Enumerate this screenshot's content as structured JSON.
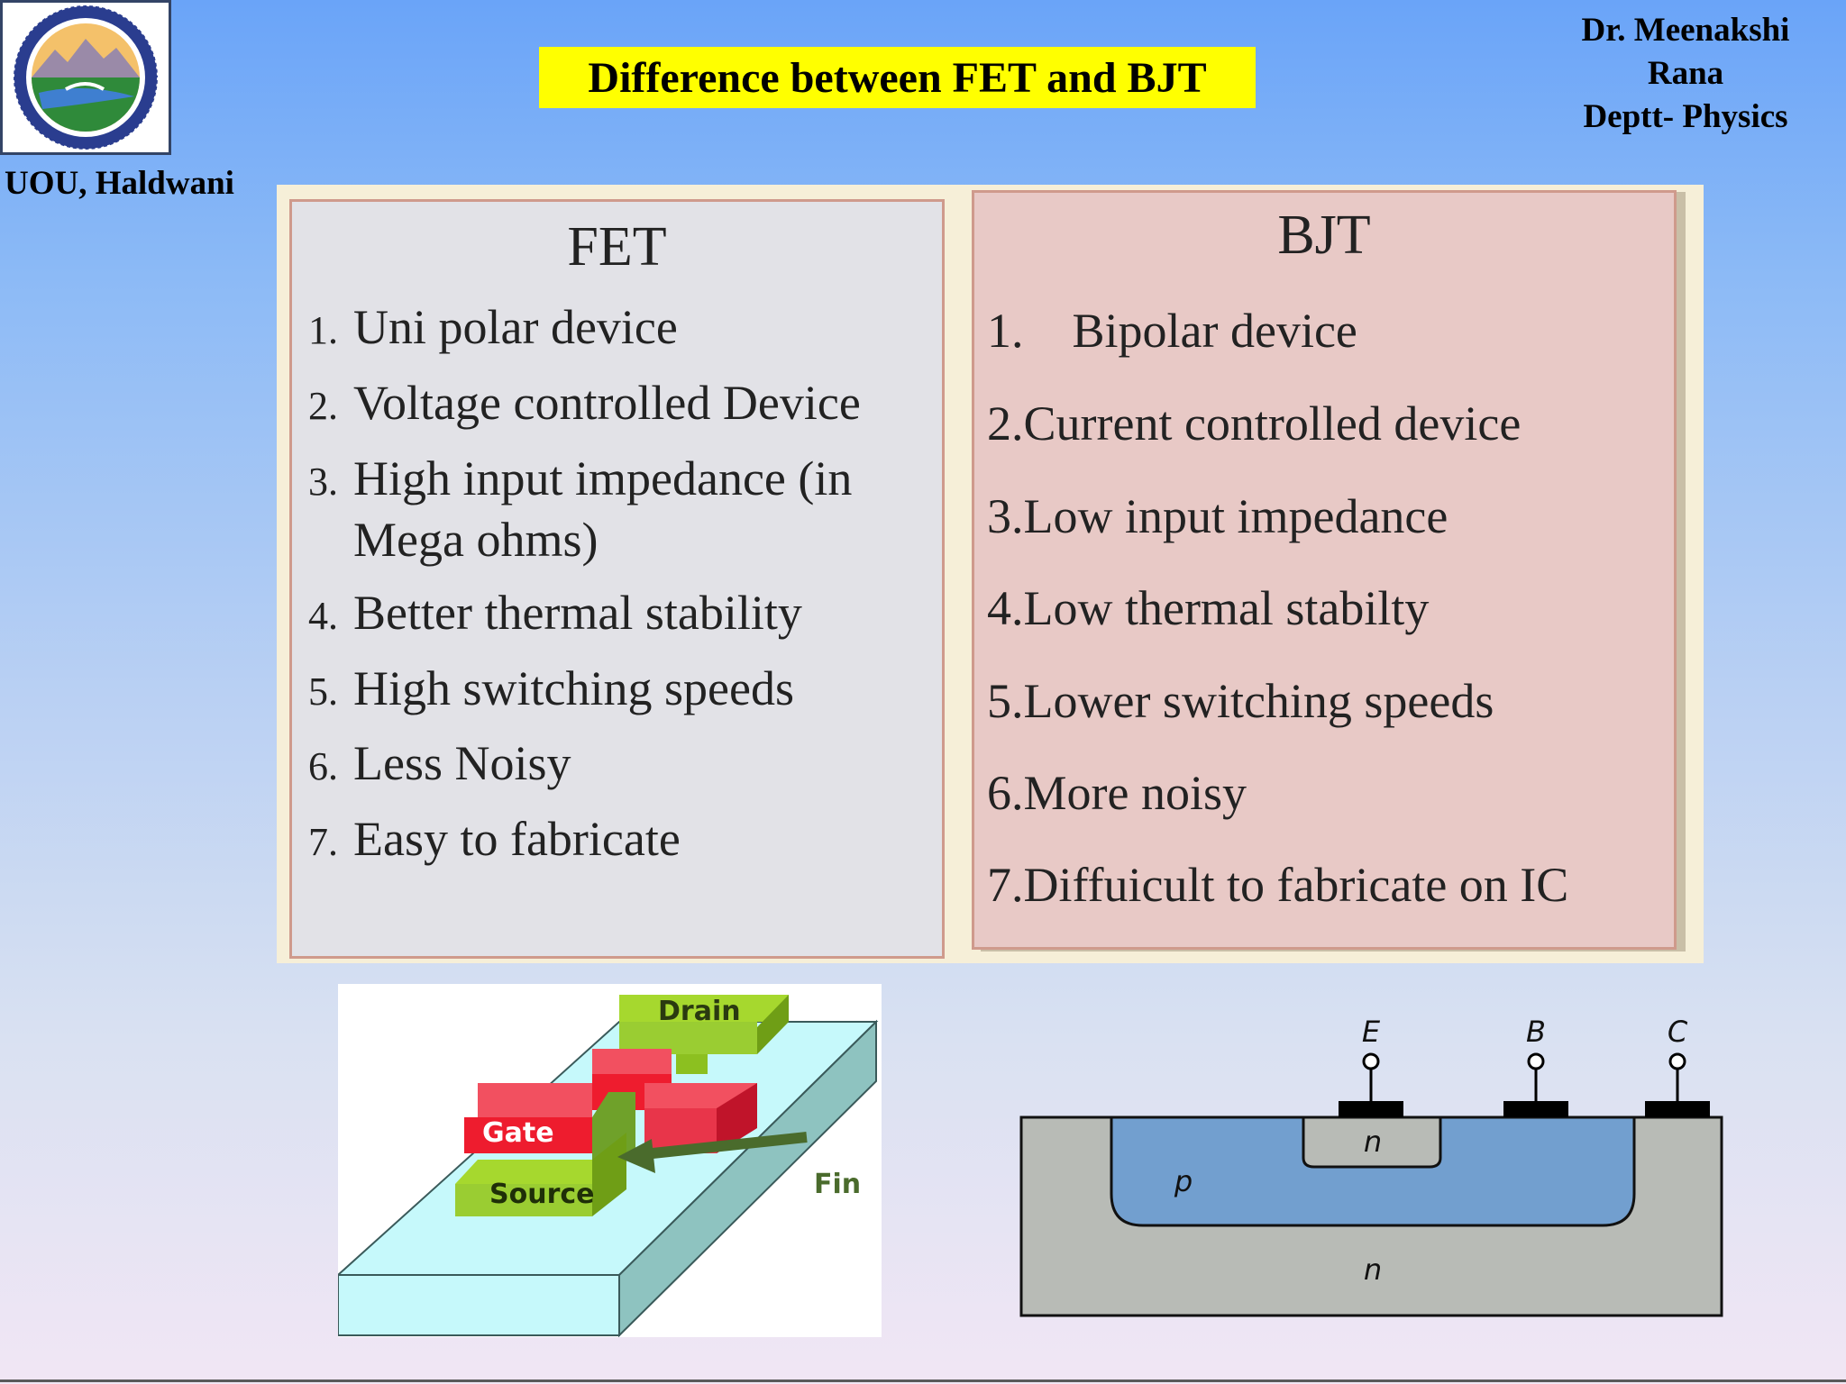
{
  "header": {
    "title": "Difference between FET and BJT",
    "author_lines": [
      "Dr. Meenakshi",
      "Rana",
      "Deptt- Physics"
    ],
    "institute": "UOU, Haldwani"
  },
  "comparison": {
    "fet": {
      "heading": "FET",
      "items": [
        {
          "num": "1.",
          "text": "Uni polar device"
        },
        {
          "num": "2.",
          "text": "Voltage controlled Device"
        },
        {
          "num": "3.",
          "text": "High input impedance (in",
          "cont": "Mega ohms)"
        },
        {
          "num": "4.",
          "text": "Better thermal stability"
        },
        {
          "num": "5.",
          "text": "High switching speeds"
        },
        {
          "num": "6.",
          "text": "Less Noisy"
        },
        {
          "num": "7.",
          "text": "Easy to fabricate"
        }
      ]
    },
    "bjt": {
      "heading": "BJT",
      "items": [
        "1.    Bipolar device",
        "2.Current controlled device",
        "3.Low input impedance",
        "4.Low thermal stabilty",
        "5.Lower switching speeds",
        "6.More noisy",
        "7.Diffuicult to fabricate on IC"
      ]
    }
  },
  "finfet_diagram": {
    "labels": {
      "drain": "Drain",
      "gate": "Gate",
      "source": "Source",
      "fin": "Fin"
    },
    "colors": {
      "drain_source": "#9acd32",
      "gate": "#ee1c2e",
      "substrate": "#c6f9fb"
    }
  },
  "bjt_diagram": {
    "terminals": [
      "E",
      "B",
      "C"
    ],
    "regions": {
      "emitter": "n",
      "base": "p",
      "collector": "n"
    },
    "colors": {
      "n_region": "#b8bbb6",
      "p_region": "#729fcf"
    }
  },
  "logo": {
    "icon": "university-seal-icon"
  }
}
